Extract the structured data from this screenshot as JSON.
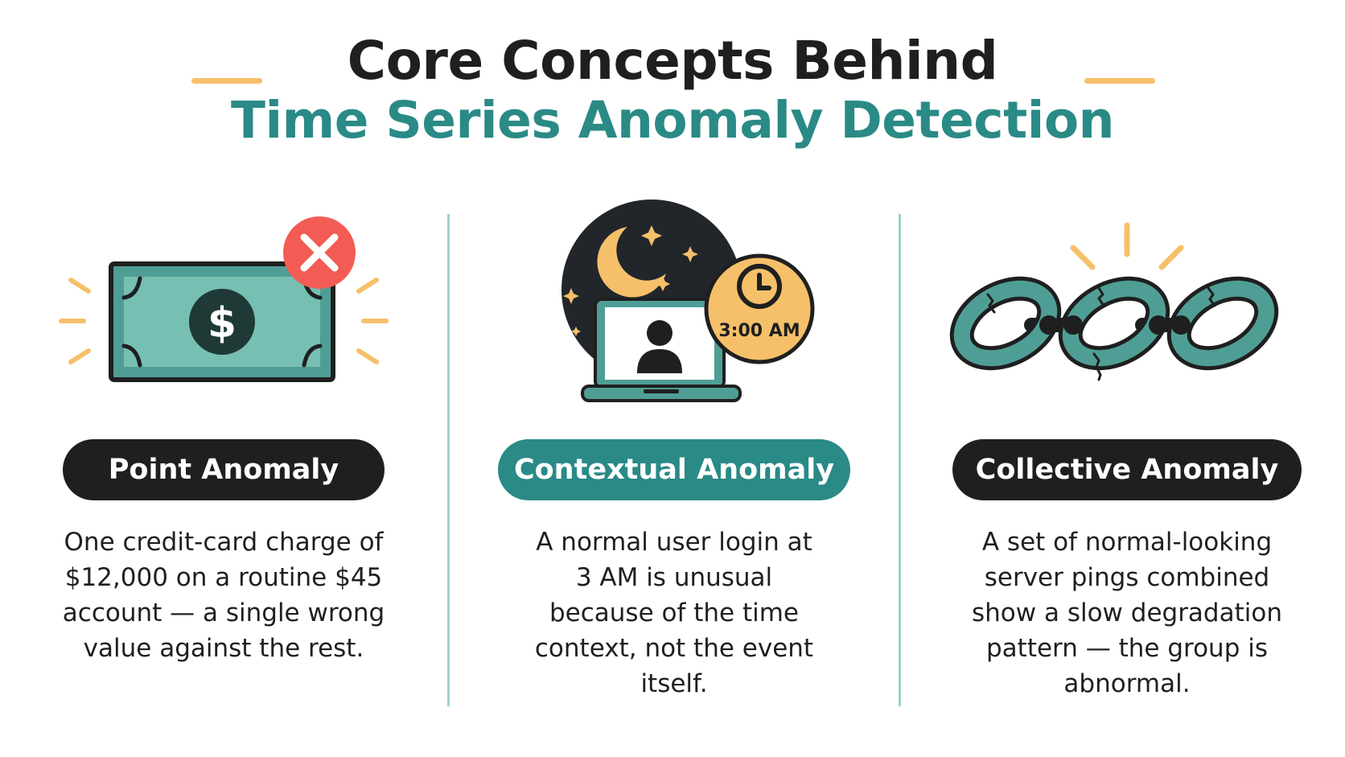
{
  "header": {
    "title_line1": "Core Concepts Behind",
    "title_line2": "Time Series Anomaly Detection"
  },
  "colors": {
    "teal": "#2a8a86",
    "dark": "#1f1f1f",
    "accent_yellow": "#f6c06a",
    "alert_red": "#f25c54",
    "divider": "#9fd2ce"
  },
  "concepts": [
    {
      "label": "Point Anomaly",
      "icon": "dollar-bill-with-x-icon",
      "icon_symbol": "$",
      "description": "One credit-card charge of $12,000 on a routine $45 account — a single wrong value against the rest."
    },
    {
      "label": "Contextual Anomaly",
      "icon": "night-laptop-clock-icon",
      "clock_time": "3:00 AM",
      "description": "A normal user login at 3 AM is unusual because of the time context, not the event itself."
    },
    {
      "label": "Collective Anomaly",
      "icon": "cracked-chain-icon",
      "description": "A set of normal-looking server pings combined show a slow degradation pattern — the group is abnormal."
    }
  ]
}
